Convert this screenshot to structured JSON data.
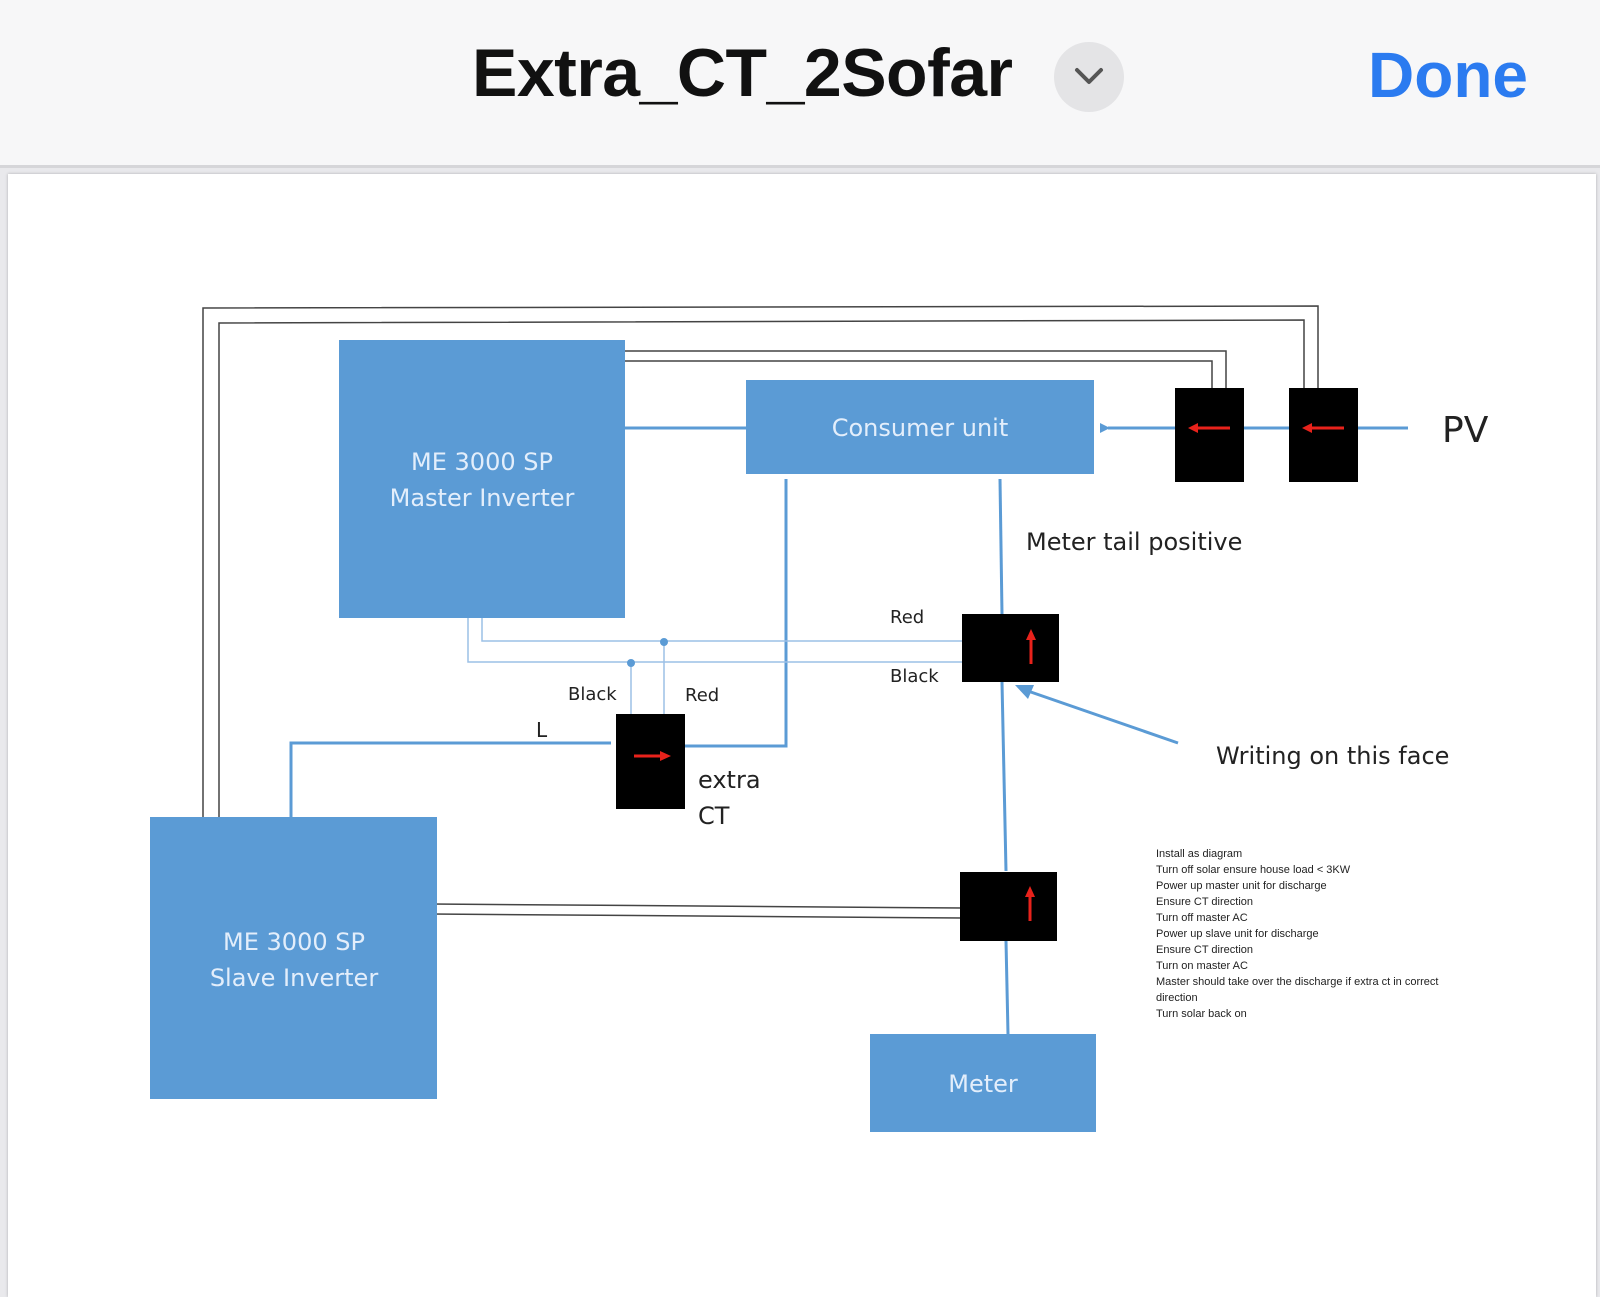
{
  "nav": {
    "title": "Extra_CT_2Sofar",
    "done_label": "Done"
  },
  "diagram": {
    "master_inverter": [
      "ME 3000 SP",
      "Master Inverter"
    ],
    "slave_inverter": [
      "ME 3000 SP",
      "Slave Inverter"
    ],
    "consumer_unit": "Consumer unit",
    "meter": "Meter",
    "pv_label": "PV",
    "meter_tail_label": "Meter tail positive",
    "writing_label": "Writing on this face",
    "extra_ct_label": [
      "extra",
      "CT"
    ],
    "l_label": "L",
    "red_label_main": "Red",
    "black_label_main": "Black",
    "red_label_extra": "Red",
    "black_label_extra": "Black",
    "instructions": [
      "Install as diagram",
      "Turn off solar ensure house load < 3KW",
      "Power up master unit for discharge",
      "Ensure CT direction",
      "Turn off master AC",
      "Power up slave unit for discharge",
      "Ensure CT direction",
      "Turn on master AC",
      "Master should take over the discharge if extra ct in correct",
      "direction",
      "Turn solar back on"
    ],
    "colors": {
      "box_blue": "#5b9bd5",
      "wire_blue": "#5b9bd5",
      "ct_black": "#000000",
      "arrow_red": "#e8221b"
    }
  }
}
